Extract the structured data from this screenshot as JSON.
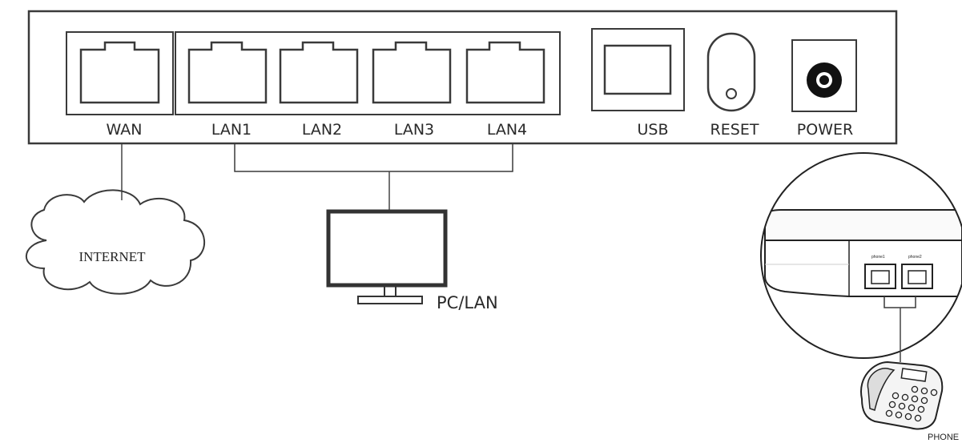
{
  "ports": {
    "wan": "WAN",
    "lan1": "LAN1",
    "lan2": "LAN2",
    "lan3": "LAN3",
    "lan4": "LAN4",
    "usb": "USB",
    "reset": "RESET",
    "power": "POWER"
  },
  "endpoints": {
    "internet": "INTERNET",
    "pc_lan": "PC/LAN",
    "phone": "PHONE"
  },
  "inset": {
    "phone1": "phone1",
    "phone2": "phone2"
  }
}
